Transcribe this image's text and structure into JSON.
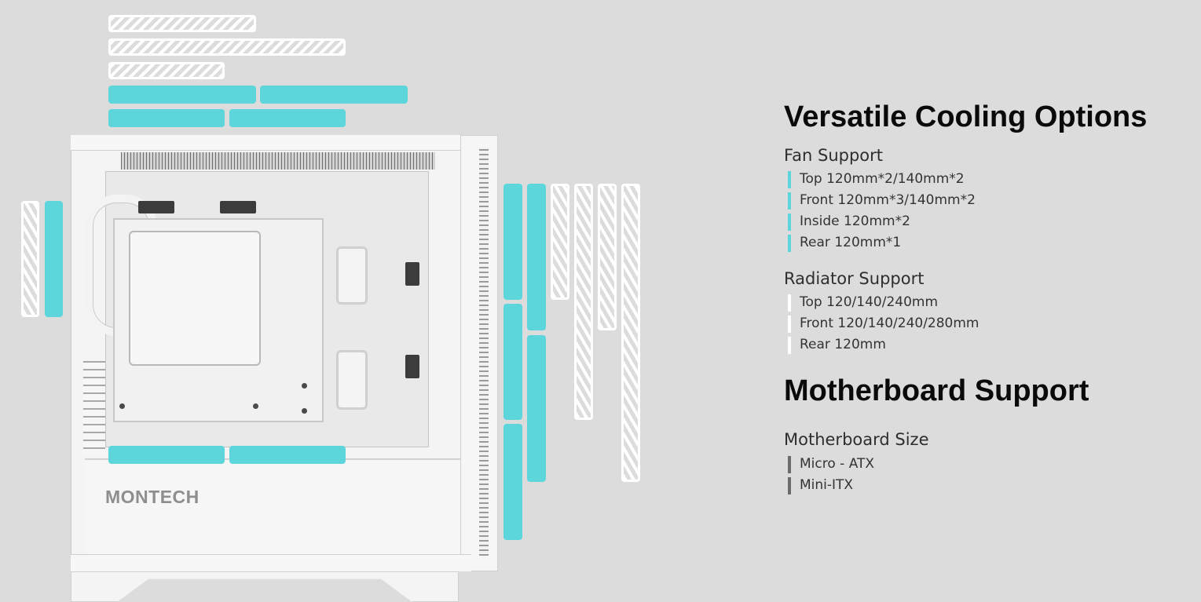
{
  "cooling": {
    "title": "Versatile Cooling Options",
    "fan_support": {
      "heading": "Fan Support",
      "items": [
        "Top 120mm*2/140mm*2",
        "Front 120mm*3/140mm*2",
        "Inside 120mm*2",
        "Rear 120mm*1"
      ]
    },
    "radiator_support": {
      "heading": "Radiator Support",
      "items": [
        "Top 120/140/240mm",
        "Front 120/140/240/280mm",
        "Rear 120mm"
      ]
    }
  },
  "motherboard": {
    "title": "Motherboard Support",
    "size": {
      "heading": "Motherboard Size",
      "items": [
        "Micro - ATX",
        "Mini-ITX"
      ]
    }
  },
  "case": {
    "brand": "MONTECH"
  },
  "legend_colors": {
    "fan": "#5cd6db",
    "radiator": "#ffffff",
    "motherboard": "#6b6b6b"
  }
}
